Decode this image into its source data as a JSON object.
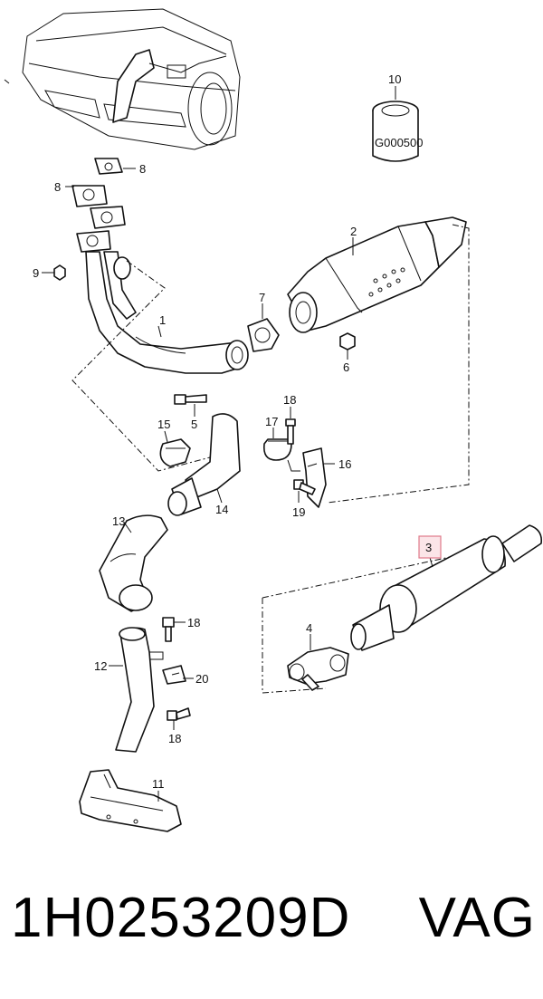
{
  "diagram": {
    "labels": {
      "p1": "1",
      "p2": "2",
      "p3": "3",
      "p4": "4",
      "p5": "5",
      "p6": "6",
      "p7": "7",
      "p8a": "8",
      "p8b": "8",
      "p9": "9",
      "p10": "10",
      "p11": "11",
      "p12": "12",
      "p13": "13",
      "p14": "14",
      "p15": "15",
      "p16": "16",
      "p17": "17",
      "p18a": "18",
      "p18b": "18",
      "p18c": "18",
      "p19": "19",
      "p20": "20"
    },
    "stamp": "G000500",
    "highlighted_callout": "3",
    "highlight_color": "#e07a8a"
  },
  "caption": {
    "part_number": "1H0253209D",
    "brand": "VAG"
  }
}
